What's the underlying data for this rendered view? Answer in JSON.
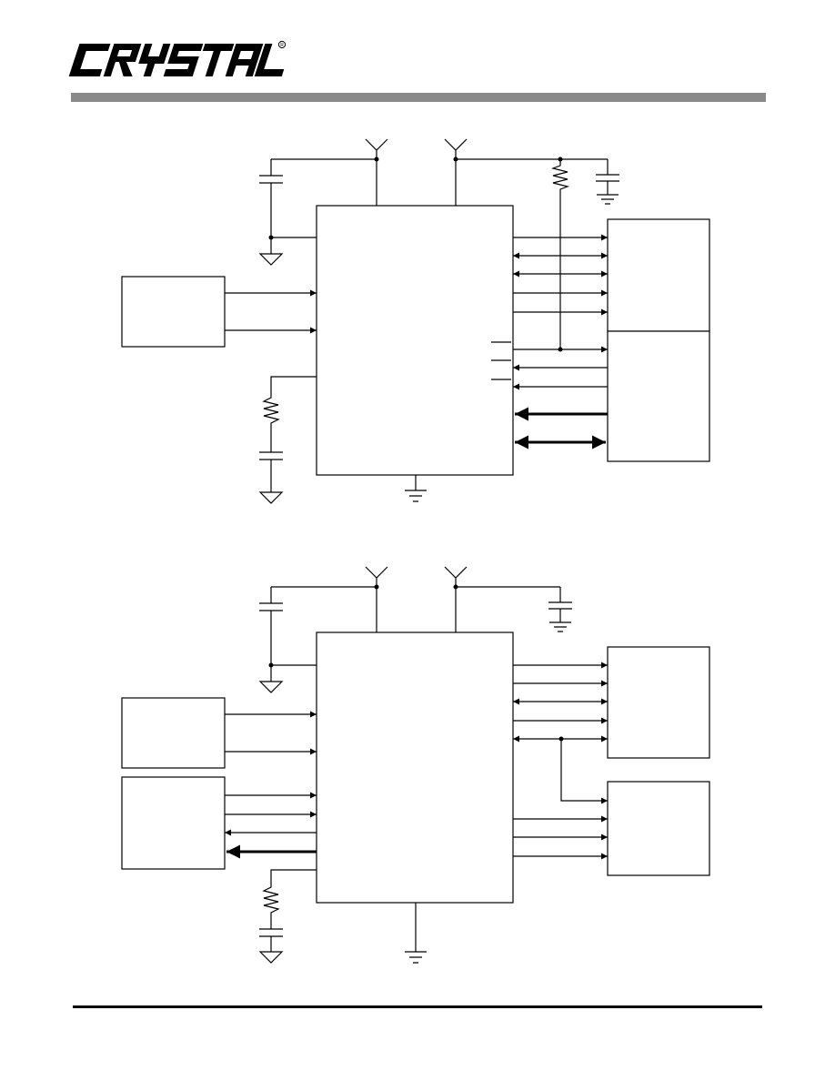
{
  "header": {
    "logo_text": "CRYSTAL",
    "logo_mark": "registered-mark"
  },
  "diagrams": [
    {
      "name": "diagram-1"
    },
    {
      "name": "diagram-2"
    }
  ]
}
